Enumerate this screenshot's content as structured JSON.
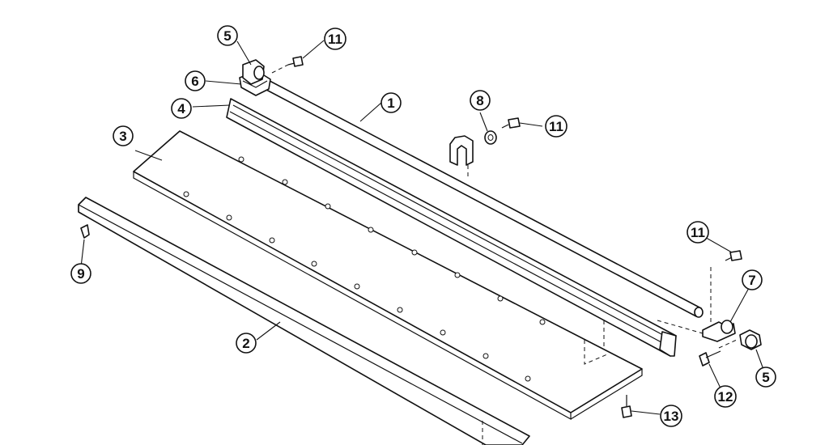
{
  "diagram": {
    "callouts": [
      {
        "id": "c1",
        "label": "1"
      },
      {
        "id": "c2",
        "label": "2"
      },
      {
        "id": "c3",
        "label": "3"
      },
      {
        "id": "c4",
        "label": "4"
      },
      {
        "id": "c5a",
        "label": "5"
      },
      {
        "id": "c5b",
        "label": "5"
      },
      {
        "id": "c6",
        "label": "6"
      },
      {
        "id": "c7",
        "label": "7"
      },
      {
        "id": "c8",
        "label": "8"
      },
      {
        "id": "c9",
        "label": "9"
      },
      {
        "id": "c11a",
        "label": "11"
      },
      {
        "id": "c11b",
        "label": "11"
      },
      {
        "id": "c11c",
        "label": "11"
      },
      {
        "id": "c12",
        "label": "12"
      },
      {
        "id": "c13",
        "label": "13"
      }
    ]
  }
}
